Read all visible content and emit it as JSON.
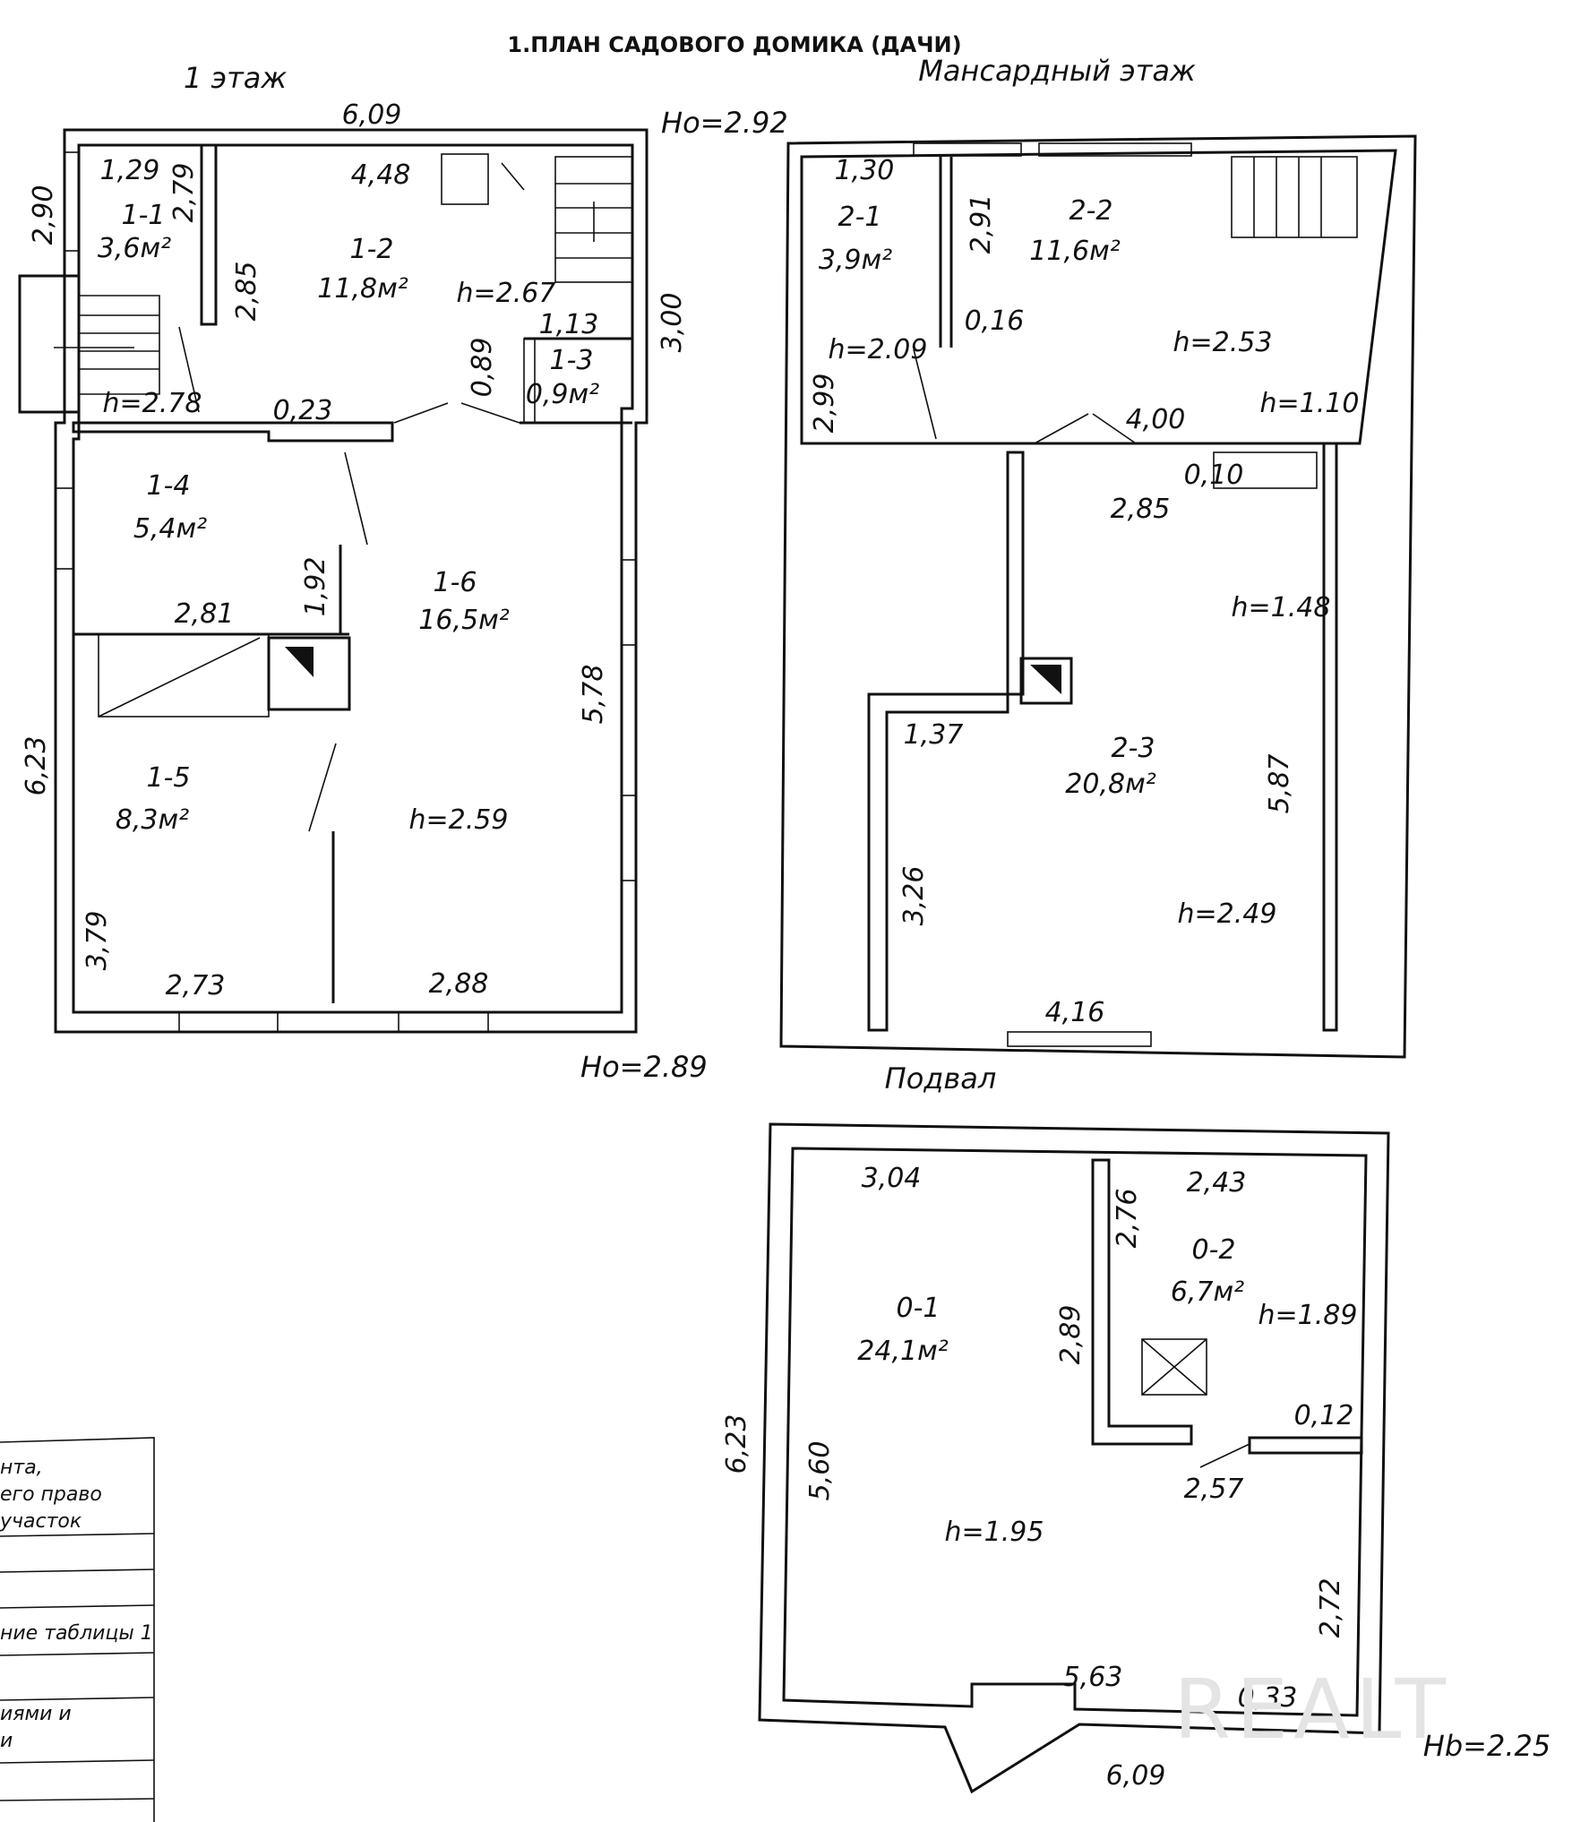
{
  "title": "1.ПЛАН САДОВОГО ДОМИКА (ДАЧИ)",
  "floors": {
    "first": {
      "label": "1 этаж",
      "h0_top": "Ho=2.92",
      "h0_bottom": "Ho=2.89",
      "dims": {
        "top": "6,09",
        "left_top": "2,90",
        "left_total": "6,23",
        "d_129": "1,29",
        "d_279": "2,79",
        "d_285": "2,85",
        "d_448": "4,48",
        "d_300": "3,00",
        "d_113": "1,13",
        "d_089": "0,89",
        "d_023": "0,23",
        "d_192": "1,92",
        "d_281": "2,81",
        "d_578": "5,78",
        "d_379": "3,79",
        "d_273": "2,73",
        "d_288": "2,88"
      },
      "rooms": {
        "r11_id": "1-1",
        "r11_area": "3,6м²",
        "r12_id": "1-2",
        "r12_area": "11,8м²",
        "r12_h": "h=2.67",
        "r13_id": "1-3",
        "r13_area": "0,9м²",
        "r14_id": "1-4",
        "r14_area": "5,4м²",
        "r15_id": "1-5",
        "r15_area": "8,3м²",
        "r16_id": "1-6",
        "r16_area": "16,5м²",
        "r16_h": "h=2.59",
        "h_278": "h=2.78"
      }
    },
    "attic": {
      "label": "Мансардный этаж",
      "dims": {
        "d_130": "1,30",
        "d_291": "2,91",
        "d_016": "0,16",
        "d_299": "2,99",
        "d_400": "4,00",
        "d_010": "0,10",
        "d_285": "2,85",
        "d_137": "1,37",
        "d_326": "3,26",
        "d_587": "5,87",
        "d_416": "4,16"
      },
      "rooms": {
        "r21_id": "2-1",
        "r21_area": "3,9м²",
        "r21_h": "h=2.09",
        "r22_id": "2-2",
        "r22_area": "11,6м²",
        "r22_h": "h=2.53",
        "h_110": "h=1.10",
        "r23_id": "2-3",
        "r23_area": "20,8м²",
        "r23_h": "h=2.49",
        "h_148": "h=1.48"
      }
    },
    "basement": {
      "label": "Подвал",
      "h0": "Hb=2.25",
      "dims": {
        "d_304": "3,04",
        "d_243": "2,43",
        "d_276": "2,76",
        "d_289": "2,89",
        "d_012": "0,12",
        "d_257": "2,57",
        "d_623": "6,23",
        "d_560": "5,60",
        "d_272": "2,72",
        "d_563": "5,63",
        "d_033": "0,33",
        "d_609": "6,09"
      },
      "rooms": {
        "r01_id": "0-1",
        "r01_area": "24,1м²",
        "r01_h": "h=1.95",
        "r02_id": "0-2",
        "r02_area": "6,7м²",
        "r02_h": "h=1.89"
      }
    }
  },
  "stamp": {
    "line1": "нта,",
    "line2": "его право",
    "line3": "участок",
    "line4": "ние таблицы 1",
    "line5": "иями и",
    "line6": "и"
  },
  "watermark": "REALT"
}
